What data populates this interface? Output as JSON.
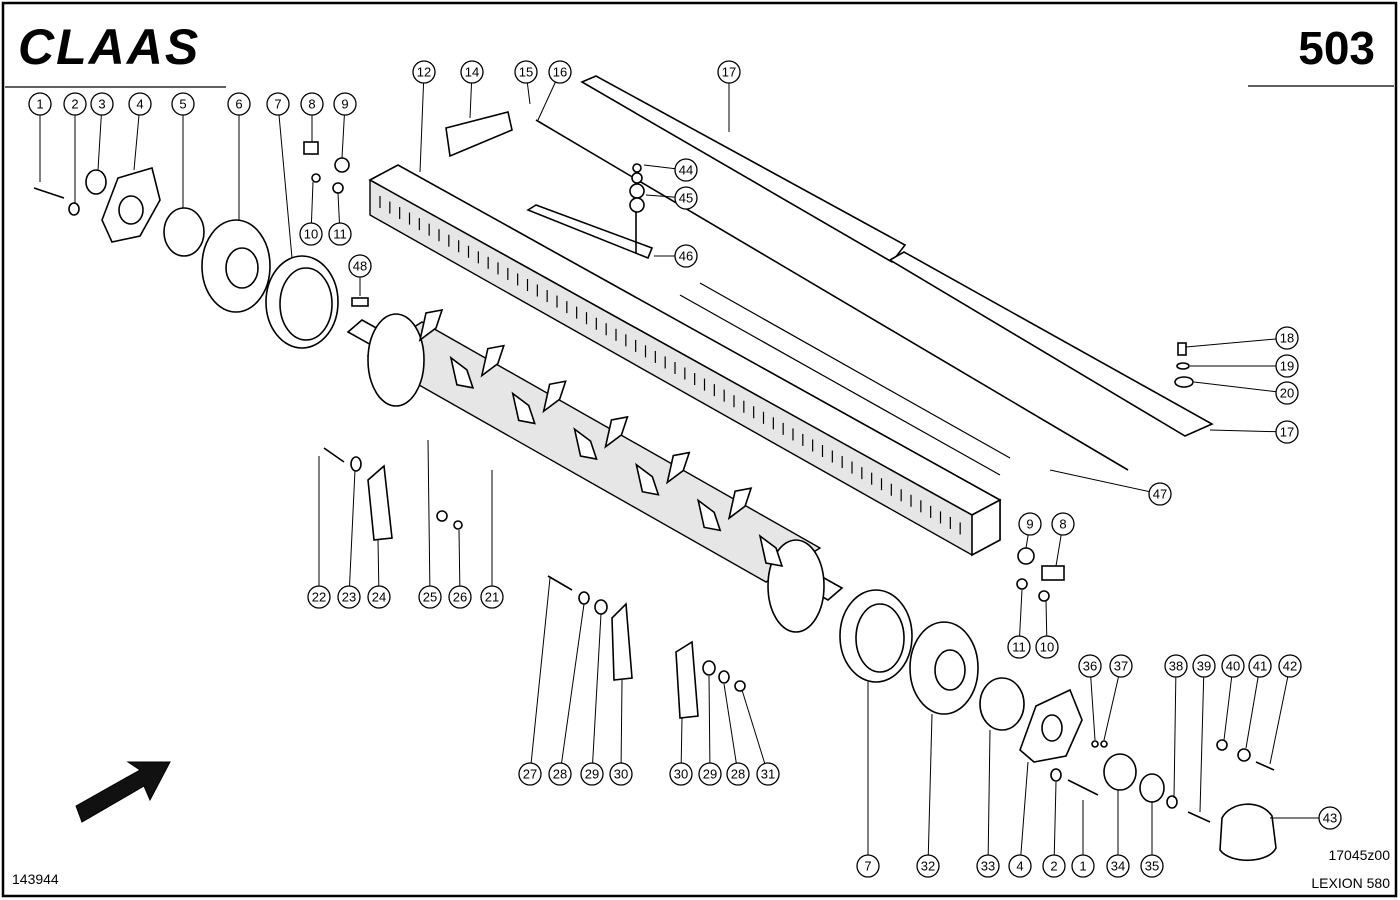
{
  "header": {
    "brand": "CLAAS",
    "page_number": "503"
  },
  "footer": {
    "left_code": "143944",
    "drawing_code": "17045z00",
    "model": "LEXION 580"
  },
  "callouts": [
    {
      "label": "1"
    },
    {
      "label": "2"
    },
    {
      "label": "3"
    },
    {
      "label": "4"
    },
    {
      "label": "5"
    },
    {
      "label": "6"
    },
    {
      "label": "7"
    },
    {
      "label": "8"
    },
    {
      "label": "9"
    },
    {
      "label": "10"
    },
    {
      "label": "11"
    },
    {
      "label": "12"
    },
    {
      "label": "14"
    },
    {
      "label": "15"
    },
    {
      "label": "16"
    },
    {
      "label": "17"
    },
    {
      "label": "48"
    },
    {
      "label": "44"
    },
    {
      "label": "45"
    },
    {
      "label": "46"
    },
    {
      "label": "18"
    },
    {
      "label": "19"
    },
    {
      "label": "20"
    },
    {
      "label": "17"
    },
    {
      "label": "47"
    },
    {
      "label": "22"
    },
    {
      "label": "23"
    },
    {
      "label": "24"
    },
    {
      "label": "25"
    },
    {
      "label": "26"
    },
    {
      "label": "21"
    },
    {
      "label": "9"
    },
    {
      "label": "8"
    },
    {
      "label": "11"
    },
    {
      "label": "10"
    },
    {
      "label": "36"
    },
    {
      "label": "37"
    },
    {
      "label": "38"
    },
    {
      "label": "39"
    },
    {
      "label": "40"
    },
    {
      "label": "41"
    },
    {
      "label": "42"
    },
    {
      "label": "27"
    },
    {
      "label": "28"
    },
    {
      "label": "29"
    },
    {
      "label": "30"
    },
    {
      "label": "30"
    },
    {
      "label": "29"
    },
    {
      "label": "28"
    },
    {
      "label": "31"
    },
    {
      "label": "43"
    },
    {
      "label": "7"
    },
    {
      "label": "32"
    },
    {
      "label": "33"
    },
    {
      "label": "4"
    },
    {
      "label": "2"
    },
    {
      "label": "1"
    },
    {
      "label": "34"
    },
    {
      "label": "35"
    }
  ]
}
